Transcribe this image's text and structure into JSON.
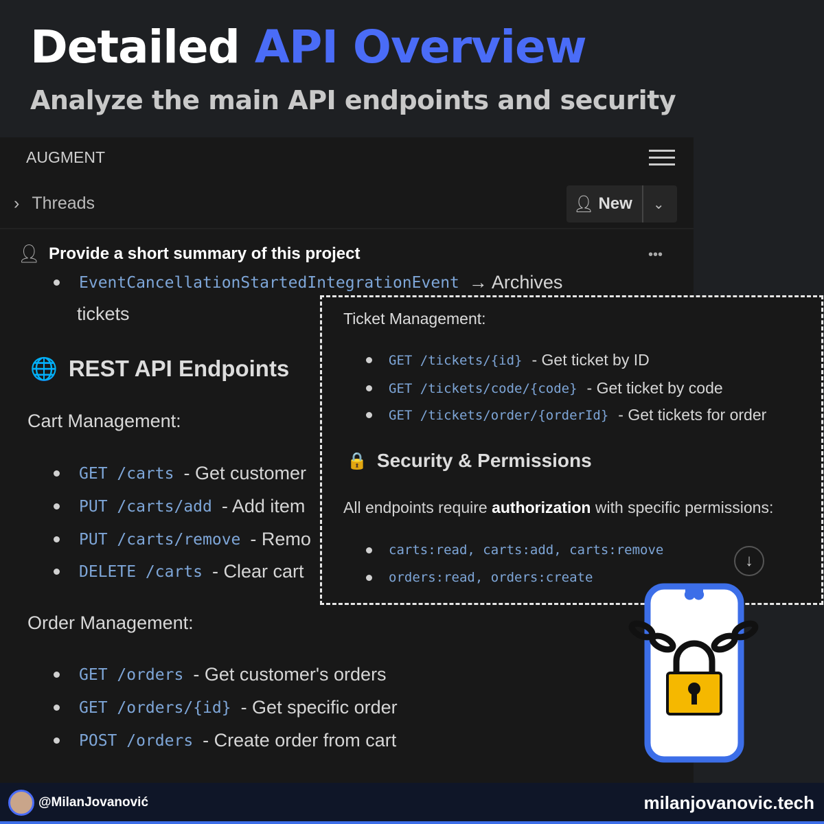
{
  "header": {
    "title_part1": "Detailed",
    "title_part2": "API Overview",
    "subtitle": "Analyze the main API endpoints and security"
  },
  "panel": {
    "app_name": "AUGMENT",
    "threads_label": "Threads",
    "new_button": "New",
    "prompt": "Provide a short summary of this project",
    "event_code": "EventCancellationStartedIntegrationEvent",
    "event_text": "→ Archives",
    "event_text2": "tickets",
    "rest_heading": "REST API Endpoints",
    "cart_heading": "Cart Management:",
    "cart_items": [
      {
        "code": "GET /carts",
        "desc": "- Get customer"
      },
      {
        "code": "PUT /carts/add",
        "desc": "- Add item"
      },
      {
        "code": "PUT /carts/remove",
        "desc": "- Remo"
      },
      {
        "code": "DELETE /carts",
        "desc": "- Clear cart"
      }
    ],
    "order_heading": "Order Management:",
    "order_items": [
      {
        "code": "GET /orders",
        "desc": "- Get customer's orders"
      },
      {
        "code": "GET /orders/{id}",
        "desc": "- Get specific order"
      },
      {
        "code": "POST /orders",
        "desc": "- Create order from cart"
      }
    ]
  },
  "overlay": {
    "ticket_heading": "Ticket Management:",
    "ticket_items": [
      {
        "code": "GET /tickets/{id}",
        "desc": "- Get ticket by ID"
      },
      {
        "code": "GET /tickets/code/{code}",
        "desc": "- Get ticket by code"
      },
      {
        "code": "GET /tickets/order/{orderId}",
        "desc": "- Get tickets for order"
      }
    ],
    "security_heading": "Security & Permissions",
    "auth_pre": "All endpoints require",
    "auth_bold": "authorization",
    "auth_post": "with specific permissions:",
    "permissions": [
      "carts:read, carts:add, carts:remove",
      "orders:read, orders:create"
    ]
  },
  "footer": {
    "handle": "@MilanJovanović",
    "website": "milanjovanovic.tech"
  },
  "colors": {
    "accent": "#4a6cf7",
    "code": "#7ea6d8",
    "phone": "#3c6ee8",
    "lock": "#f5b800"
  }
}
